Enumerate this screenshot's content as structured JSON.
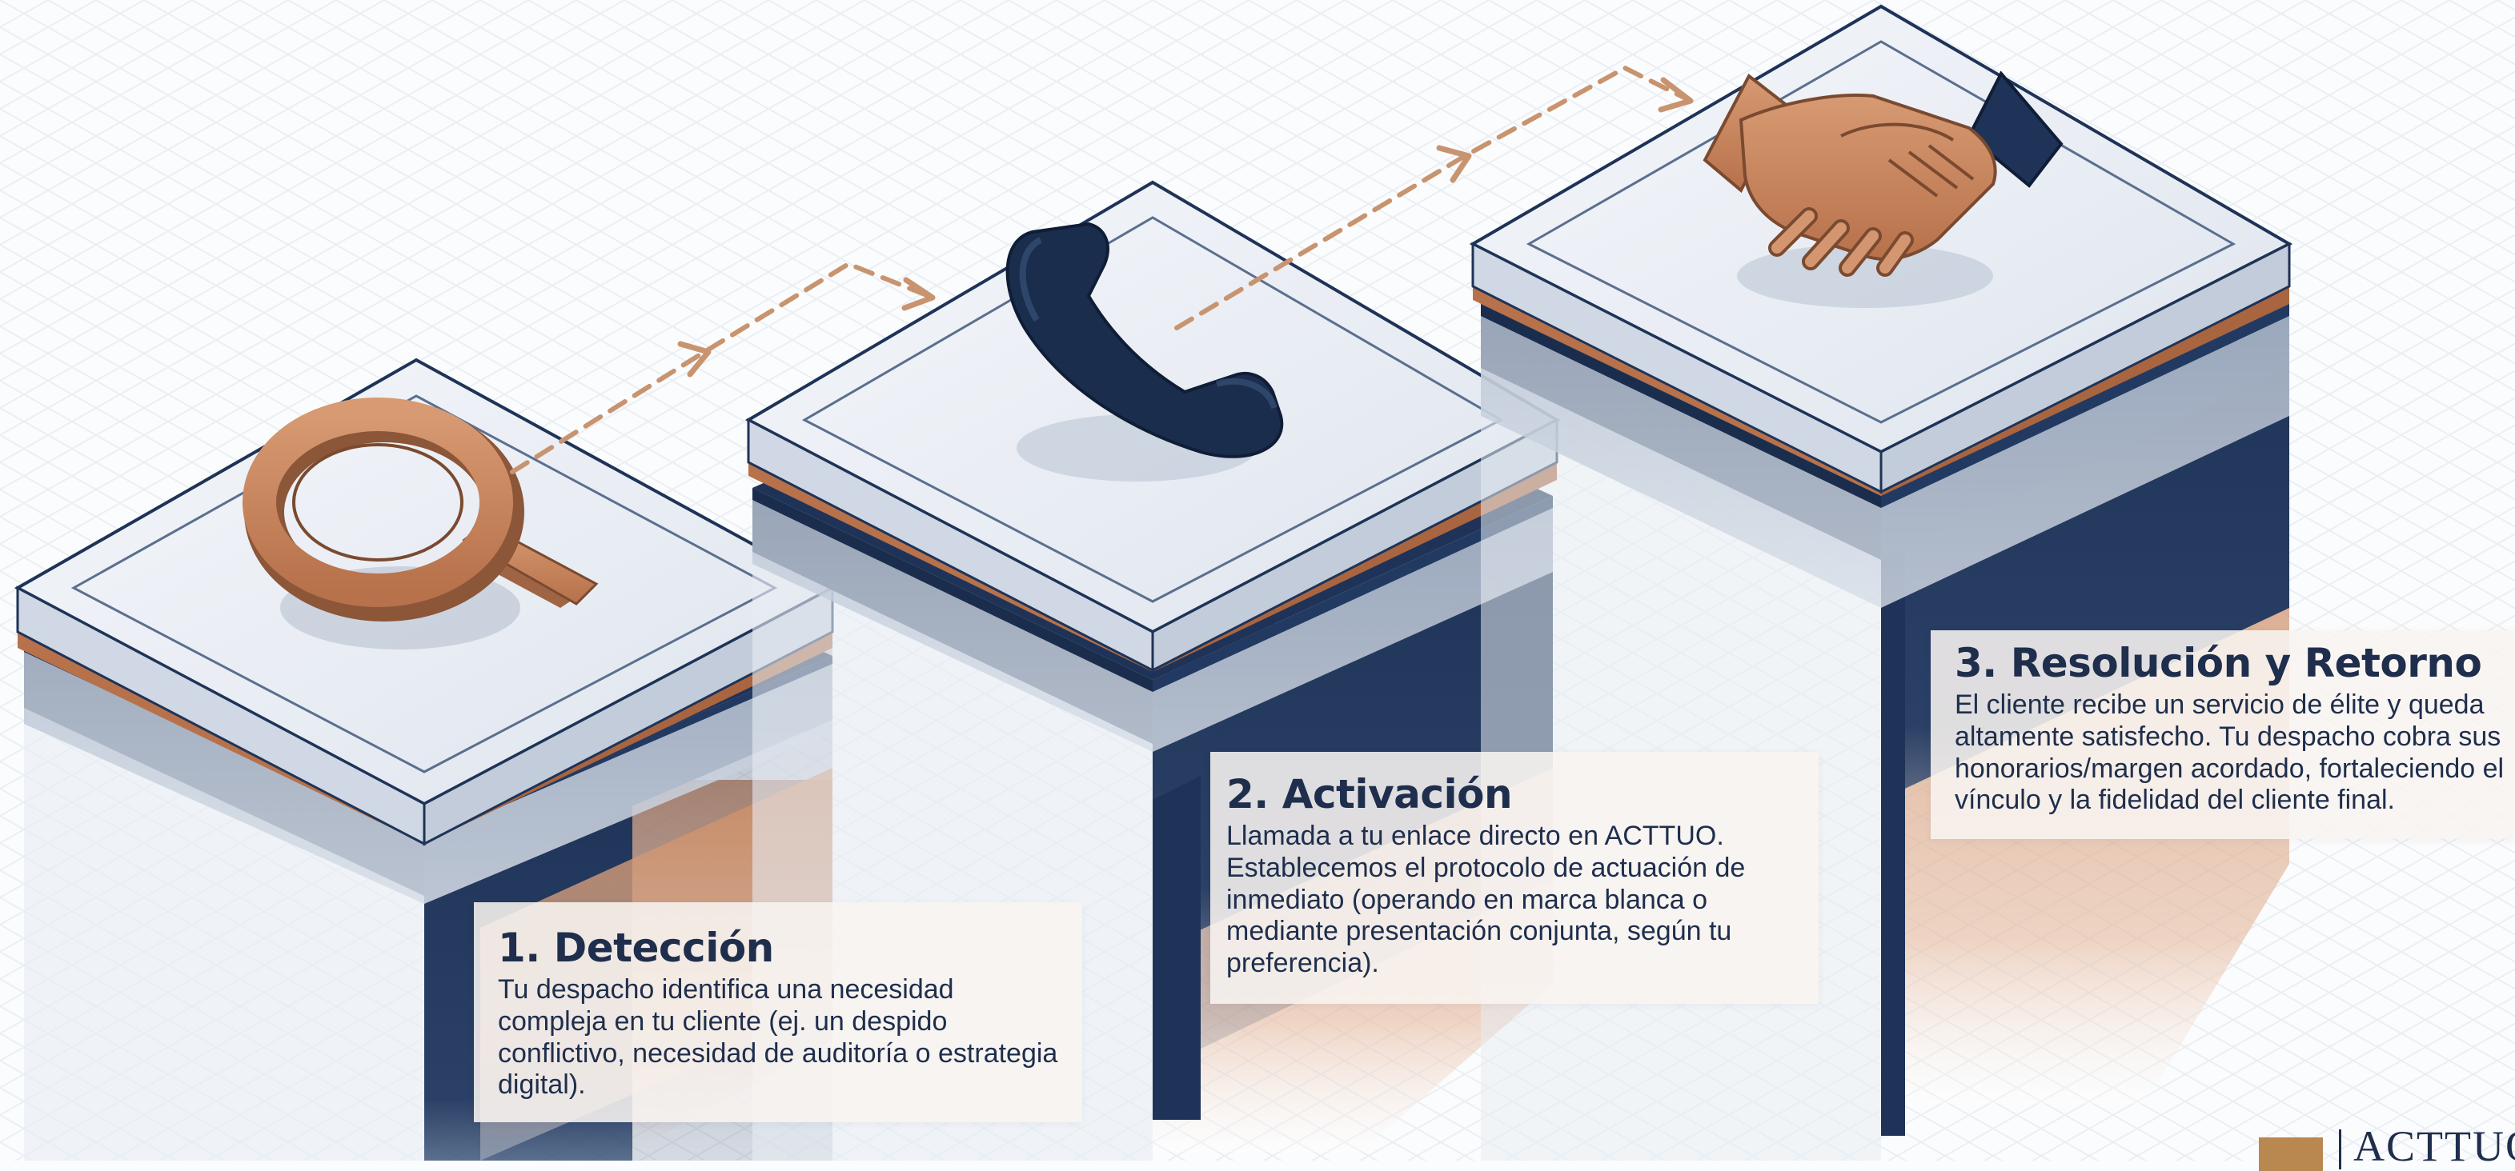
{
  "steps": [
    {
      "title": "1. Detección",
      "body": "Tu despacho identifica una necesidad compleja en tu cliente (ej. un despido conflictivo, necesidad de auditoría o estrategia digital).",
      "icon": "magnifying-glass-icon"
    },
    {
      "title": "2. Activación",
      "body": "Llamada a tu enlace directo en ACTTUO. Establecemos el protocolo de actuación de inmediato (operando en marca blanca o mediante presentación conjunta, según tu preferencia).",
      "icon": "phone-handset-icon"
    },
    {
      "title": "3. Resolución y Retorno",
      "body": "El cliente recibe un servicio de élite y queda altamente satisfecho. Tu despacho cobra sus honorarios/margen acordado, fortaleciendo el vínculo y la fidelidad del cliente final.",
      "icon": "handshake-icon"
    }
  ],
  "brand": {
    "name": "ACTTUO"
  },
  "colors": {
    "navy": "#1e3357",
    "copper": "#c9875f",
    "glass": "#e6ecf3",
    "background": "#fbfcfd"
  }
}
